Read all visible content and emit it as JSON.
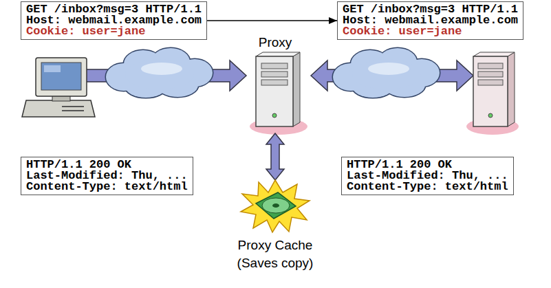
{
  "diagram": {
    "nodes": [
      {
        "text": [
          "GET /inbox?msg=3 HTTP/1.1",
          "Host: webmail.example.com",
          "Cookie: user=jane"
        ]
      },
      {
        "text": [
          "GET /inbox?msg=3 HTTP/1.1",
          "Host: webmail.example.com",
          "Cookie: user=jane"
        ]
      },
      {
        "text": [
          "HTTP/1.1 200 OK",
          "Last-Modified: Thu, ...",
          "Content-Type: text/html"
        ]
      },
      {
        "text": [
          "HTTP/1.1 200 OK",
          "Last-Modified: Thu, ...",
          "Content-Type: text/html"
        ]
      }
    ],
    "edges": [
      {
        "from": 0,
        "to": 1,
        "arrow": "to"
      }
    ],
    "labels": [
      "Proxy",
      "Proxy Cache",
      "(Saves copy)"
    ]
  }
}
